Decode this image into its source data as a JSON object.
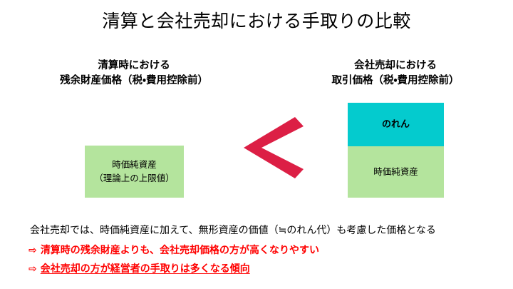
{
  "slide": {
    "title": "清算と会社売却における手取りの比較",
    "background_color": "#ffffff"
  },
  "colors": {
    "net_asset_green": "#b4e49d",
    "goodwill_cyan": "#04cbce",
    "compare_red": "#dc1f45",
    "emphasis_red": "#ff0000",
    "text_black": "#000000"
  },
  "columns": {
    "left": {
      "header_line1": "清算時における",
      "header_line2": "残余財産価格（税・費用控除前）",
      "bars": [
        {
          "key": "net_asset",
          "label_line1": "時価純資産",
          "label_line2": "（理論上の上限値）",
          "color": "#b4e49d"
        }
      ]
    },
    "right": {
      "header_line1": "会社売却における",
      "header_line2": "取引価格（税・費用控除前）",
      "bars": [
        {
          "key": "goodwill",
          "label_line1": "のれん",
          "label_line2": "",
          "color": "#04cbce"
        },
        {
          "key": "net_asset",
          "label_line1": "時価純資産",
          "label_line2": "",
          "color": "#b4e49d"
        }
      ]
    }
  },
  "comparison": {
    "symbol": "<",
    "meaning": "left-less-than-right",
    "color": "#dc1f45"
  },
  "notes": [
    {
      "arrow": "",
      "text": "会社売却では、時価純資産に加えて、無形資産の価値（≒のれん代）も考慮した価格となる",
      "color": "#000000",
      "bold": false,
      "underline": false
    },
    {
      "arrow": "⇨",
      "text": "清算時の残余財産よりも、会社売却価格の方が高くなりやすい",
      "color": "#ff0000",
      "bold": true,
      "underline": false
    },
    {
      "arrow": "⇨",
      "text": "会社売却の方が経営者の手取りは多くなる傾向",
      "color": "#ff0000",
      "bold": true,
      "underline": true
    }
  ]
}
